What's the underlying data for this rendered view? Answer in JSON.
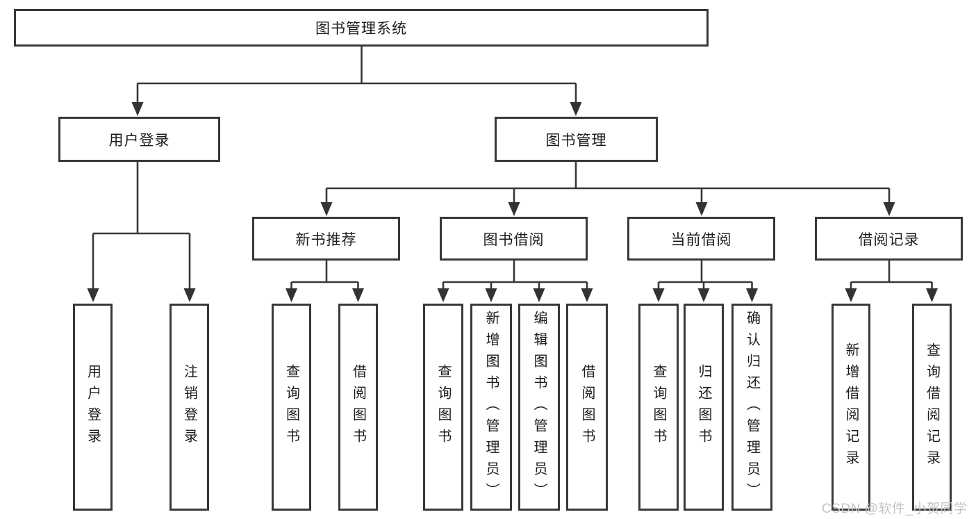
{
  "diagram": {
    "title": "图书管理系统",
    "root": {
      "label": "图书管理系统"
    },
    "level2": {
      "user_login": {
        "label": "用户登录"
      },
      "book_management": {
        "label": "图书管理"
      }
    },
    "level3": {
      "new_book_recommendation": {
        "label": "新书推荐"
      },
      "book_borrowing": {
        "label": "图书借阅"
      },
      "current_borrowing": {
        "label": "当前借阅"
      },
      "borrowing_records": {
        "label": "借阅记录"
      }
    },
    "leaves": [
      "用户登录",
      "注销登录",
      "查询图书",
      "借阅图书",
      "查询图书",
      "新增图书（管理员）",
      "编辑图书（管理员）",
      "借阅图书",
      "查询图书",
      "归还图书",
      "确认归还（管理员）",
      "新增借阅记录",
      "查询借阅记录"
    ]
  },
  "watermark": {
    "text": "CSDN @软件_小贺同学"
  },
  "colors": {
    "line": "#383838",
    "box_border": "#383838",
    "text": "#1c1c1c",
    "watermark": "#c7c3c3",
    "background": "#ffffff"
  }
}
